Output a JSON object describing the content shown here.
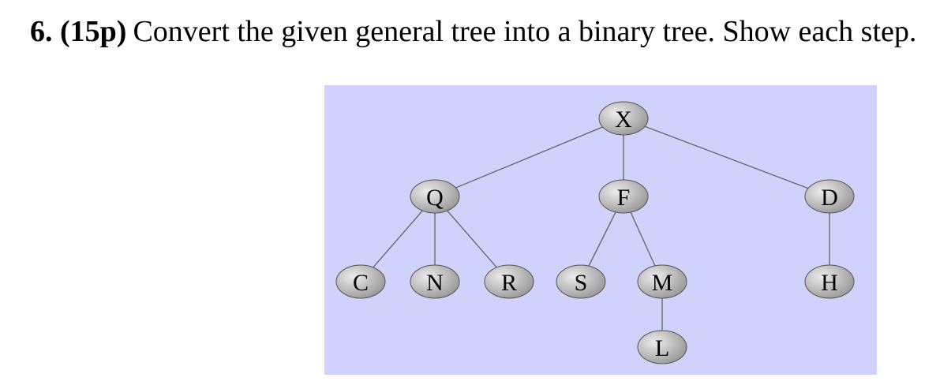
{
  "question": {
    "number": "6. (15p)",
    "text": "Convert the given general tree into a binary tree. Show each step."
  },
  "tree": {
    "background_color": "#d1d2fc",
    "node_fill_light": "#ececec",
    "node_fill_dark": "#9a9a9a",
    "edge_color": "#6b6b6b",
    "root": "X",
    "nodes": [
      {
        "id": "X",
        "label": "X",
        "children": [
          "Q",
          "F",
          "D"
        ]
      },
      {
        "id": "Q",
        "label": "Q",
        "children": [
          "C",
          "N",
          "R"
        ]
      },
      {
        "id": "F",
        "label": "F",
        "children": [
          "S",
          "M"
        ]
      },
      {
        "id": "D",
        "label": "D",
        "children": [
          "H"
        ]
      },
      {
        "id": "C",
        "label": "C",
        "children": []
      },
      {
        "id": "N",
        "label": "N",
        "children": []
      },
      {
        "id": "R",
        "label": "R",
        "children": []
      },
      {
        "id": "S",
        "label": "S",
        "children": []
      },
      {
        "id": "M",
        "label": "M",
        "children": [
          "L"
        ]
      },
      {
        "id": "H",
        "label": "H",
        "children": []
      },
      {
        "id": "L",
        "label": "L",
        "children": []
      }
    ]
  }
}
